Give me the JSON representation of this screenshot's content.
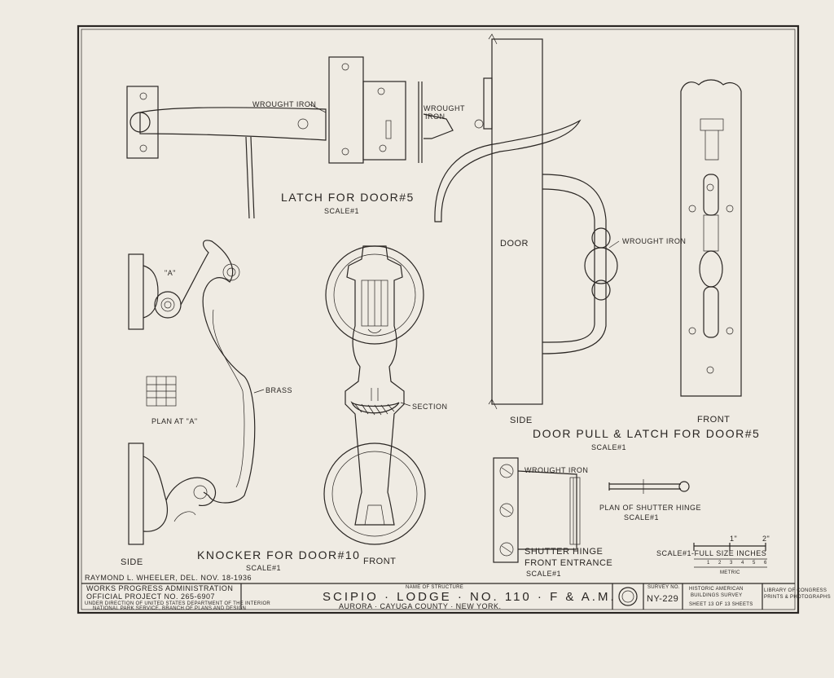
{
  "latch": {
    "title": "LATCH FOR DOOR#5",
    "scale": "SCALE#1",
    "note_left": "WROUGHT IRON",
    "note_right_1": "WROUGHT",
    "note_right_2": "IRON"
  },
  "door_pull": {
    "door": "DOOR",
    "note": "WROUGHT IRON",
    "side": "SIDE",
    "front": "FRONT",
    "title": "DOOR PULL & LATCH FOR DOOR#5",
    "scale": "SCALE#1"
  },
  "knocker": {
    "a": "\"A\"",
    "brass": "BRASS",
    "plan": "PLAN AT \"A\"",
    "section": "SECTION",
    "title": "KNOCKER FOR DOOR#10",
    "scale": "SCALE#1",
    "side": "SIDE",
    "front": "FRONT"
  },
  "shutter": {
    "note": "WROUGHT IRON",
    "plan_title": "PLAN OF SHUTTER HINGE",
    "plan_scale": "SCALE#1",
    "title_1": "SHUTTER HINGE",
    "title_2": "FRONT ENTRANCE",
    "scale": "SCALE#1"
  },
  "scale_bar": {
    "label": "SCALE#1-FULL SIZE INCHES",
    "inch_1": "1\"",
    "inch_2": "2\"",
    "ticks": [
      "1",
      "2",
      "3",
      "4",
      "5",
      "6"
    ],
    "metric": "METRIC"
  },
  "delineator": "RAYMOND L. WHEELER, DEL. NOV. 18-1936",
  "title_block": {
    "wpa_1": "WORKS PROGRESS ADMINISTRATION",
    "wpa_2": "OFFICIAL PROJECT NO. 265-6907",
    "wpa_3": "UNDER DIRECTION OF UNITED STATES DEPARTMENT OF THE INTERIOR",
    "wpa_4": "NATIONAL PARK SERVICE, BRANCH OF PLANS AND DESIGN",
    "name_caption": "NAME OF STRUCTURE",
    "structure": "SCIPIO · LODGE · NO. 110 · F & A.M.",
    "location": "AURORA · CAYUGA COUNTY · NEW YORK.",
    "survey_caption": "SURVEY NO.",
    "survey_no": "NY-229",
    "habs_1": "HISTORIC AMERICAN",
    "habs_2": "BUILDINGS SURVEY",
    "sheet": "SHEET 13 OF 13 SHEETS",
    "loc_1": "LIBRARY OF CONGRESS",
    "loc_2": "PRINTS & PHOTOGRAPHS"
  }
}
